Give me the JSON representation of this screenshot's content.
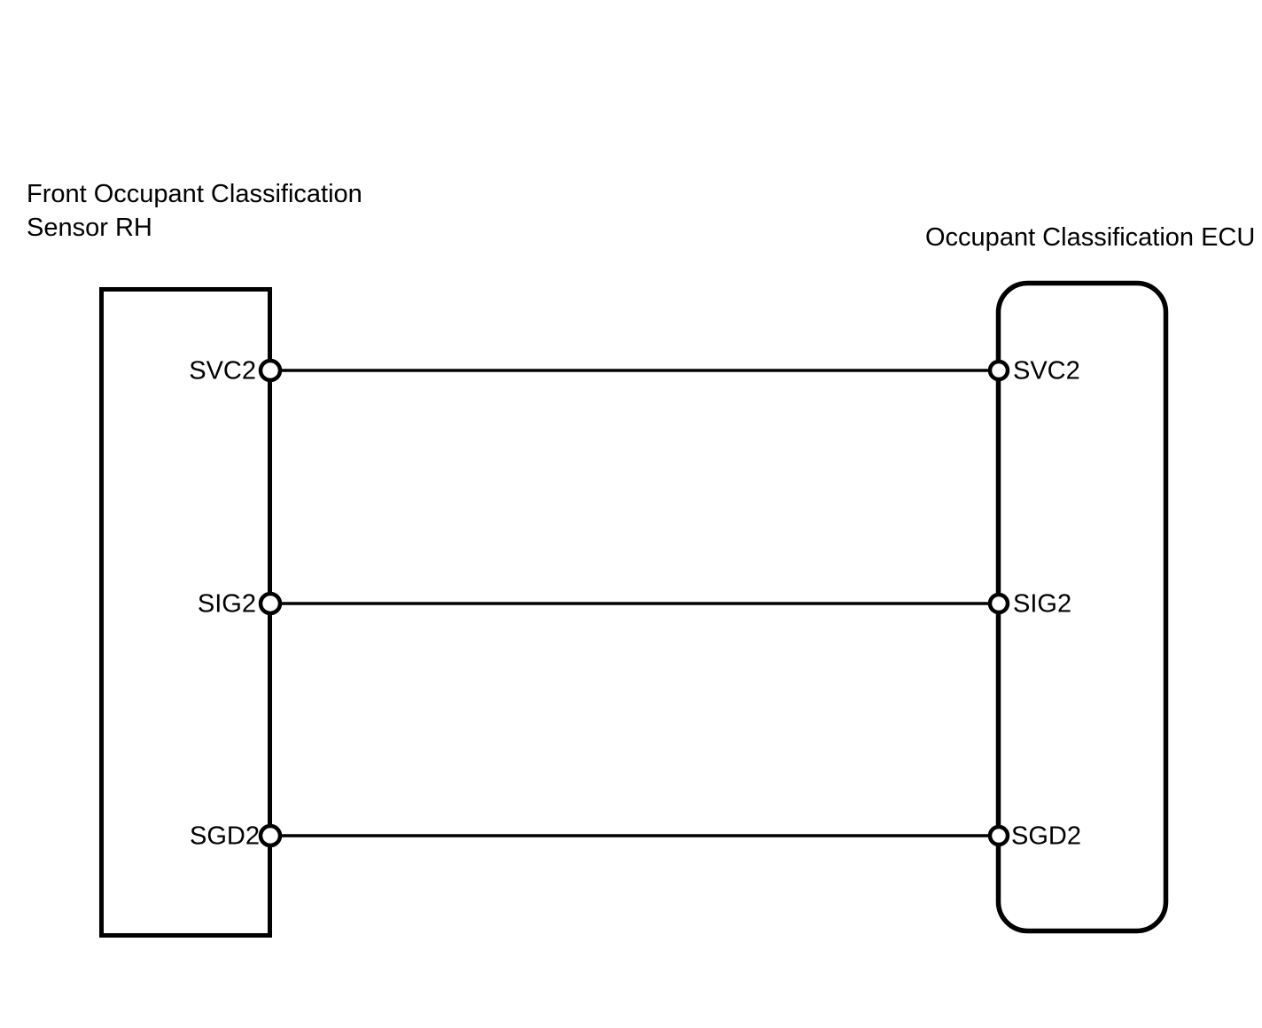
{
  "diagram": {
    "type": "wiring-connector-diagram",
    "background_color": "#ffffff",
    "line_color": "#000000",
    "left_component": {
      "title_line_1": "Front Occupant Classification",
      "title_line_2": "Sensor RH",
      "shape": "rectangle",
      "pins": [
        {
          "label": "SVC2"
        },
        {
          "label": "SIG2"
        },
        {
          "label": "SGD2"
        }
      ]
    },
    "right_component": {
      "title_line_1": "Occupant Classification ECU",
      "shape": "rounded-rectangle",
      "pins": [
        {
          "label": "SVC2"
        },
        {
          "label": "SIG2"
        },
        {
          "label": "SGD2"
        }
      ]
    },
    "wires": [
      {
        "from": "SVC2",
        "to": "SVC2"
      },
      {
        "from": "SIG2",
        "to": "SIG2"
      },
      {
        "from": "SGD2",
        "to": "SGD2"
      }
    ]
  }
}
